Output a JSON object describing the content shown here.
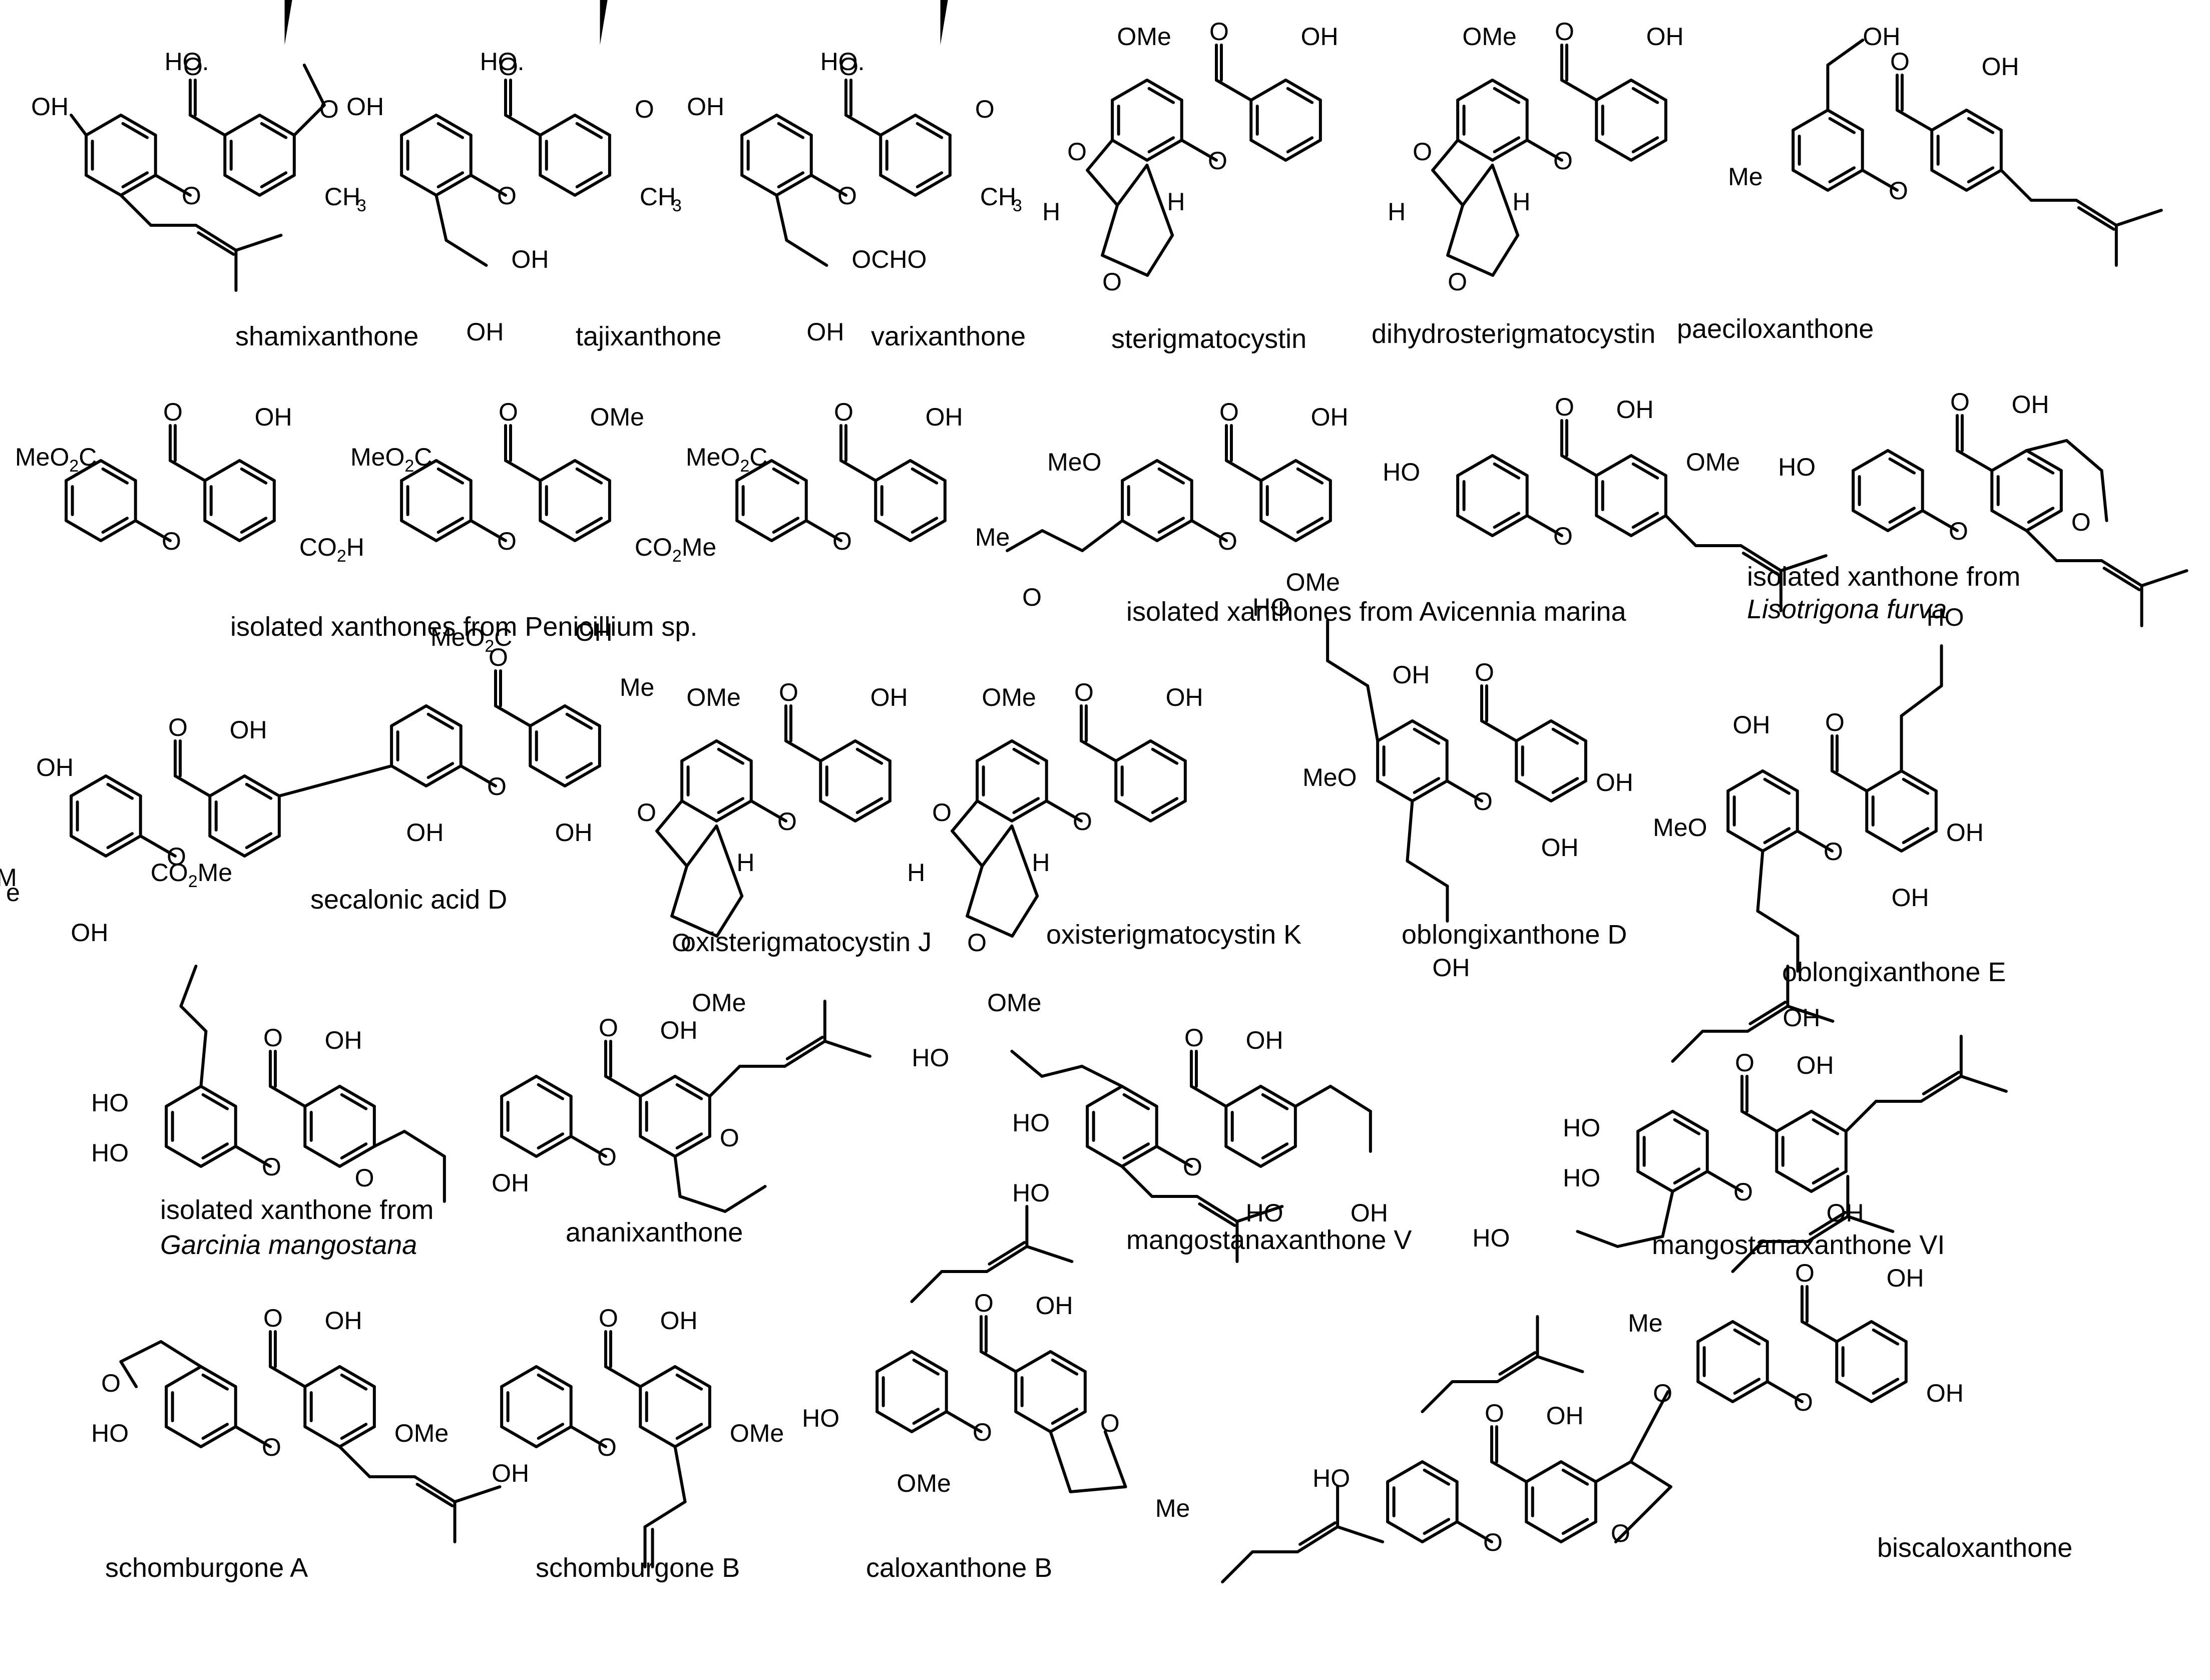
{
  "labels": {
    "shamixanthone": "shamixanthone",
    "tajixanthone": "tajixanthone",
    "varixanthone": "varixanthone",
    "sterigmatocystin": "sterigmatocystin",
    "dihydrosterigmatocystin": "dihydrosterigmatocystin",
    "paeciloxanthone": "paeciloxanthone",
    "penicillium": "isolated xanthones from Penicillium sp.",
    "avicennia": "isolated xanthones from Avicennia marina",
    "lisotrigona_1": "isolated xanthone from",
    "lisotrigona_2": "Lisotrigona furva",
    "secalonic": "secalonic acid D",
    "oxiJ": "oxisterigmatocystin J",
    "oxiK": "oxisterigmatocystin K",
    "oblD": "oblongixanthone D",
    "oblE": "oblongixanthone E",
    "garcinia_1": "isolated xanthone from",
    "garcinia_2": "Garcinia mangostana",
    "ananix": "ananixanthone",
    "mangV": "mangostanaxanthone V",
    "mangVI": "mangostanaxanthone VI",
    "schA": "schomburgone A",
    "schB": "schomburgone B",
    "caloB": "caloxanthone B",
    "biscalo": "biscaloxanthone"
  },
  "atoms": {
    "O": "O",
    "OH": "OH",
    "HO": "HO",
    "HO_dot": "HO.",
    "OMe": "OMe",
    "MeO": "MeO",
    "Me": "Me",
    "CH": "CH",
    "three": "3",
    "two": "2",
    "H": "H",
    "MeO2C_a": "MeO",
    "C": "C",
    "CO2H_a": "CO",
    "CO2H_b": "H",
    "CO2Me_a": "CO",
    "CO2Me_b": "Me",
    "OCHO": "OCHO",
    "MeO2C_short": "MeO",
    "e": "e",
    "M": "M"
  }
}
